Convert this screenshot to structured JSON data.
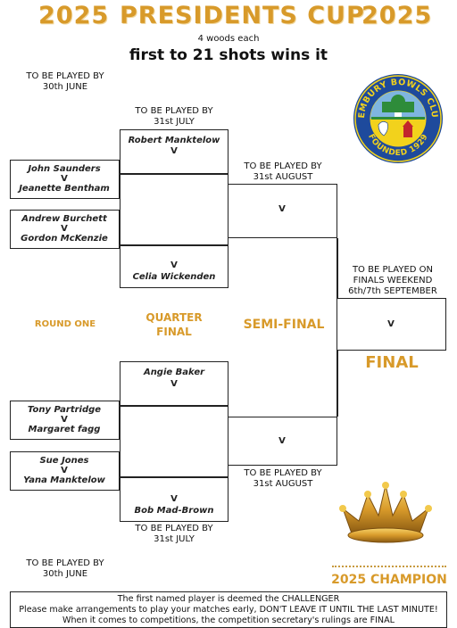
{
  "header": {
    "year_left": "2025",
    "title": "PRESIDENTS CUP",
    "year_right": "2025",
    "subtitle_small": "4 woods each",
    "subtitle_big": "first to 21 shots wins it"
  },
  "dates": {
    "round1_top": [
      "TO BE PLAYED BY",
      "30th JUNE"
    ],
    "qf_top": [
      "TO BE PLAYED BY",
      "31st JULY"
    ],
    "sf_top": [
      "TO BE PLAYED BY",
      "31st AUGUST"
    ],
    "final": [
      "TO BE PLAYED ON",
      "FINALS WEEKEND",
      "6th/7th SEPTEMBER"
    ],
    "sf_bottom": [
      "TO BE PLAYED BY",
      "31st AUGUST"
    ],
    "qf_bottom": [
      "TO BE PLAYED BY",
      "31st JULY"
    ],
    "round1_bottom": [
      "TO BE PLAYED BY",
      "30th JUNE"
    ]
  },
  "labels": {
    "round_one": "ROUND ONE",
    "quarter": [
      "QUARTER",
      "FINAL"
    ],
    "semi": "SEMI-FINAL",
    "final": "FINAL",
    "champion": "2025 CHAMPION",
    "vs": "V"
  },
  "round_one": [
    {
      "p1": "John Saunders",
      "p2": "Jeanette Bentham"
    },
    {
      "p1": "Andrew Burchett",
      "p2": "Gordon McKenzie"
    },
    {
      "p1": "Tony Partridge",
      "p2": "Margaret fagg"
    },
    {
      "p1": "Sue Jones",
      "p2": "Yana Manktelow"
    }
  ],
  "quarter_final": {
    "m1_p1": "Robert Manktelow",
    "m2_p2": "Celia Wickenden",
    "m3_p1": "Angie Baker",
    "m4_p2": "Bob Mad-Brown"
  },
  "logo": {
    "top_text": "PEMBURY BOWLS CLUB",
    "bottom_text": "FOUNDED 1929",
    "colors": {
      "ring": "#1e4a9c",
      "field": "#f2d21c",
      "gold": "#d89a2a"
    }
  },
  "rules": [
    "The first named player is deemed the CHALLENGER",
    "Please make arrangements to play your matches early, DON'T LEAVE IT UNTIL THE LAST MINUTE!",
    "When it comes to competitions, the competition secretary's rulings are FINAL"
  ],
  "colors": {
    "accent": "#d89a2a",
    "line": "#222222"
  }
}
